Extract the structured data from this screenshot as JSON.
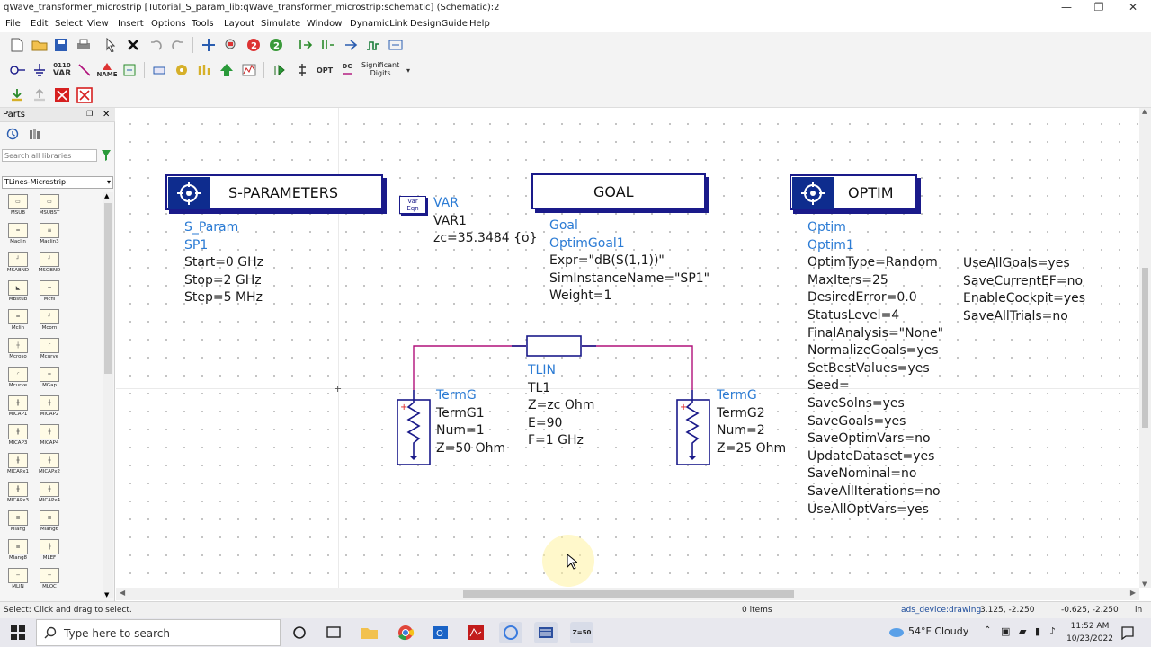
{
  "window": {
    "title": "qWave_transformer_microstrip [Tutorial_S_param_lib:qWave_transformer_microstrip:schematic] (Schematic):2",
    "minimize_icon": "minimize-icon",
    "maximize_icon": "maximize-icon",
    "close_icon": "close-icon"
  },
  "menu": [
    "File",
    "Edit",
    "Select",
    "View",
    "Insert",
    "Options",
    "Tools",
    "Layout",
    "Simulate",
    "Window",
    "DynamicLink",
    "DesignGuide",
    "Help"
  ],
  "toolbar": {
    "var_label": "VAR",
    "name_label": "NAME",
    "opt_label": "OPT",
    "value_label": "0110",
    "dc_label": "DC",
    "significant_digits_line1": "Significant",
    "significant_digits_line2": "Digits"
  },
  "parts_panel": {
    "title": "Parts",
    "search_placeholder": "Search all libraries",
    "library": "TLines-Microstrip",
    "items": [
      "MSUB",
      "MSUBST",
      "Maclin",
      "Maclin3",
      "MSABND",
      "MSOBND",
      "MBstub",
      "Mcfil",
      "Mclin",
      "Mcorn",
      "Mcrosо",
      "Mcurve",
      "Mcurve",
      "MGap",
      "MICAP1",
      "MICAP2",
      "MICAP3",
      "MICAP4",
      "MICAPx1",
      "MICAPx2",
      "MICAPx3",
      "MICAPx4",
      "Mlang",
      "Mlang6",
      "Mlang8",
      "MLEF",
      "MLIN",
      "MLOC"
    ]
  },
  "schematic": {
    "sparam": {
      "box_label": "S-PARAMETERS",
      "lines": [
        "S_Param",
        "SP1",
        "Start=0 GHz",
        "Stop=2 GHz",
        "Step=5 MHz"
      ]
    },
    "var": {
      "icon_line1": "Var",
      "icon_line2": "Eqn",
      "lines": [
        "VAR",
        "VAR1",
        "zc=35.3484 {o}"
      ]
    },
    "goal": {
      "box_label": "GOAL",
      "lines": [
        "Goal",
        "OptimGoal1",
        "Expr=\"dB(S(1,1))\"",
        "SimInstanceName=\"SP1\"",
        "Weight=1"
      ]
    },
    "optim": {
      "box_label": "OPTIM",
      "lines": [
        "Optim",
        "Optim1",
        "OptimType=Random",
        "MaxIters=25",
        "DesiredError=0.0",
        "StatusLevel=4",
        "FinalAnalysis=\"None\"",
        "NormalizeGoals=yes",
        "SetBestValues=yes",
        "Seed=",
        "SaveSolns=yes",
        "SaveGoals=yes",
        "SaveOptimVars=no",
        "UpdateDataset=yes",
        "SaveNominal=no",
        "SaveAllIterations=no",
        "UseAllOptVars=yes"
      ],
      "lines2": [
        "UseAllGoals=yes",
        "SaveCurrentEF=no",
        "EnableCockpit=yes",
        "SaveAllTrials=no"
      ]
    },
    "tlin": {
      "lines": [
        "TLIN",
        "TL1",
        "Z=zc Ohm",
        "E=90",
        "F=1 GHz"
      ]
    },
    "term1": {
      "lines": [
        "TermG",
        "TermG1",
        "Num=1",
        "Z=50 Ohm"
      ]
    },
    "term2": {
      "lines": [
        "TermG",
        "TermG2",
        "Num=2",
        "Z=25 Ohm"
      ]
    },
    "colors": {
      "wire": "#b0107a",
      "component": "#1a1a8a",
      "instance_header": "#2b7bd4"
    }
  },
  "statusbar": {
    "hint": "Select: Click and drag to select.",
    "items": "0 items",
    "layer": "ads_device:drawing",
    "coord1": "3.125, -2.250",
    "coord2": "-0.625, -2.250",
    "unit": "in"
  },
  "taskbar": {
    "search_placeholder": "Type here to search",
    "weather": "54°F  Cloudy",
    "time": "11:52 AM",
    "date": "10/23/2022",
    "app_badge": "Z=50"
  }
}
